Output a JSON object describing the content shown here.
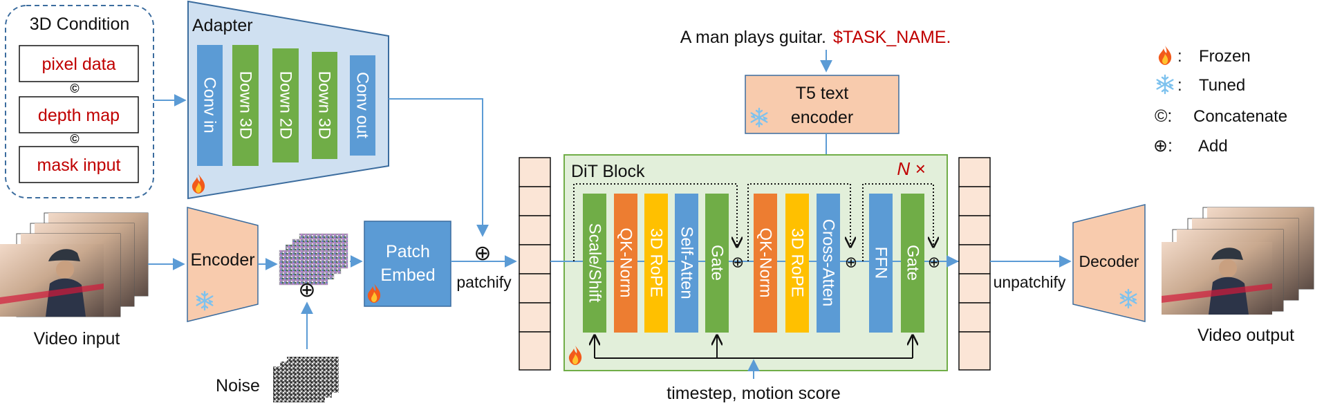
{
  "condition": {
    "title": "3D Condition",
    "items": [
      "pixel data",
      "depth map",
      "mask input"
    ],
    "concat_symbol": "©"
  },
  "adapter": {
    "title": "Adapter",
    "layers": [
      "Conv in",
      "Down 3D",
      "Down 2D",
      "Down 3D",
      "Conv out"
    ]
  },
  "video_input": {
    "label": "Video input"
  },
  "encoder": {
    "label": "Encoder"
  },
  "noise": {
    "label": "Noise"
  },
  "add_symbol": "⊕",
  "patch_embed": {
    "line1": "Patch",
    "line2": "Embed"
  },
  "patchify": {
    "label": "patchify"
  },
  "prompt": {
    "text": "A man plays guitar.",
    "task": "$TASK_NAME."
  },
  "t5": {
    "line1": "T5 text",
    "line2": "encoder"
  },
  "dit": {
    "title": "DiT Block",
    "repeat": "N ×",
    "layers": [
      "Scale/Shift",
      "QK-Norm",
      "3D RoPE",
      "Self-Atten",
      "Gate",
      "QK-Norm",
      "3D RoPE",
      "Cross-Atten",
      "FFN",
      "Gate"
    ],
    "timestep": "timestep, motion score"
  },
  "unpatchify": {
    "label": "unpatchify"
  },
  "decoder": {
    "label": "Decoder"
  },
  "video_output": {
    "label": "Video output"
  },
  "legend": {
    "frozen": "Frozen",
    "tuned": "Tuned",
    "concat_sym": "©:",
    "concat": "Concatenate",
    "add_sym": "⊕:",
    "add": "Add"
  },
  "colors": {
    "adapter_bg": "#cfe0f1",
    "block_blue": "#5b9bd5",
    "block_green": "#70ad47",
    "block_orange": "#ed7d31",
    "block_yellow": "#ffc000",
    "peach": "#f8cbad",
    "dit_bg": "#e2efda",
    "arrow": "#5b9bd5",
    "red_text": "#c00000"
  }
}
